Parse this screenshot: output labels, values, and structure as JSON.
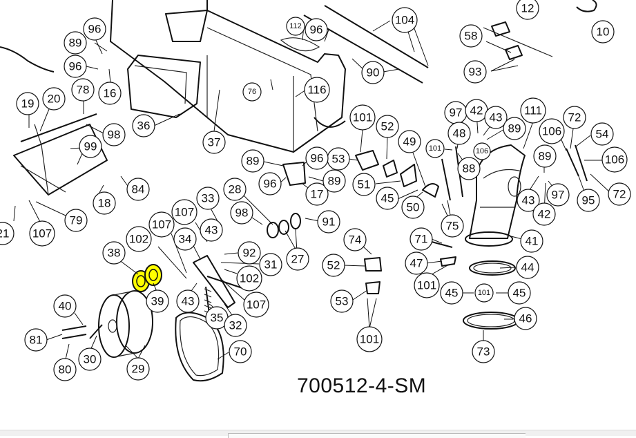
{
  "document_code": "700512-4-SM",
  "highlight_color": "#ffff00",
  "callouts": [
    {
      "id": "c-12",
      "label": "12"
    },
    {
      "id": "c-10",
      "label": "10"
    },
    {
      "id": "c-58",
      "label": "58"
    },
    {
      "id": "c-93",
      "label": "93"
    },
    {
      "id": "c-104",
      "label": "104"
    },
    {
      "id": "c-90",
      "label": "90"
    },
    {
      "id": "c-96a",
      "label": "96"
    },
    {
      "id": "c-89a",
      "label": "89"
    },
    {
      "id": "c-96b",
      "label": "96"
    },
    {
      "id": "c-16",
      "label": "16"
    },
    {
      "id": "c-112",
      "label": "112"
    },
    {
      "id": "c-96c",
      "label": "96"
    },
    {
      "id": "c-76",
      "label": "76"
    },
    {
      "id": "c-116",
      "label": "116"
    },
    {
      "id": "c-36",
      "label": "36"
    },
    {
      "id": "c-37",
      "label": "37"
    },
    {
      "id": "c-78",
      "label": "78"
    },
    {
      "id": "c-19",
      "label": "19"
    },
    {
      "id": "c-20",
      "label": "20"
    },
    {
      "id": "c-98a",
      "label": "98"
    },
    {
      "id": "c-99",
      "label": "99"
    },
    {
      "id": "c-84",
      "label": "84"
    },
    {
      "id": "c-18",
      "label": "18"
    },
    {
      "id": "c-79",
      "label": "79"
    },
    {
      "id": "c-107a",
      "label": "107"
    },
    {
      "id": "c-21",
      "label": "21"
    },
    {
      "id": "c-101a",
      "label": "101"
    },
    {
      "id": "c-52a",
      "label": "52"
    },
    {
      "id": "c-53a",
      "label": "53"
    },
    {
      "id": "c-89b",
      "label": "89"
    },
    {
      "id": "c-96d",
      "label": "96"
    },
    {
      "id": "c-96e",
      "label": "96"
    },
    {
      "id": "c-17",
      "label": "17"
    },
    {
      "id": "c-89c",
      "label": "89"
    },
    {
      "id": "c-51",
      "label": "51"
    },
    {
      "id": "c-49",
      "label": "49"
    },
    {
      "id": "c-45a",
      "label": "45"
    },
    {
      "id": "c-50",
      "label": "50"
    },
    {
      "id": "c-97a",
      "label": "97"
    },
    {
      "id": "c-42a",
      "label": "42"
    },
    {
      "id": "c-43a",
      "label": "43"
    },
    {
      "id": "c-89d",
      "label": "89"
    },
    {
      "id": "c-48",
      "label": "48"
    },
    {
      "id": "c-106a",
      "label": "106"
    },
    {
      "id": "c-101b",
      "label": "101"
    },
    {
      "id": "c-88",
      "label": "88"
    },
    {
      "id": "c-75",
      "label": "75"
    },
    {
      "id": "c-111",
      "label": "111"
    },
    {
      "id": "c-72a",
      "label": "72"
    },
    {
      "id": "c-106b",
      "label": "106"
    },
    {
      "id": "c-54",
      "label": "54"
    },
    {
      "id": "c-89e",
      "label": "89"
    },
    {
      "id": "c-106c",
      "label": "106"
    },
    {
      "id": "c-43b",
      "label": "43"
    },
    {
      "id": "c-97b",
      "label": "97"
    },
    {
      "id": "c-95",
      "label": "95"
    },
    {
      "id": "c-72b",
      "label": "72"
    },
    {
      "id": "c-42b",
      "label": "42"
    },
    {
      "id": "c-41",
      "label": "41"
    },
    {
      "id": "c-28",
      "label": "28"
    },
    {
      "id": "c-98b",
      "label": "98"
    },
    {
      "id": "c-91",
      "label": "91"
    },
    {
      "id": "c-27",
      "label": "27"
    },
    {
      "id": "c-33",
      "label": "33"
    },
    {
      "id": "c-107b",
      "label": "107"
    },
    {
      "id": "c-43c",
      "label": "43"
    },
    {
      "id": "c-107c",
      "label": "107"
    },
    {
      "id": "c-102a",
      "label": "102"
    },
    {
      "id": "c-34",
      "label": "34"
    },
    {
      "id": "c-92",
      "label": "92"
    },
    {
      "id": "c-31",
      "label": "31"
    },
    {
      "id": "c-102b",
      "label": "102"
    },
    {
      "id": "c-107d",
      "label": "107"
    },
    {
      "id": "c-38",
      "label": "38"
    },
    {
      "id": "c-39",
      "label": "39"
    },
    {
      "id": "c-43d",
      "label": "43"
    },
    {
      "id": "c-35",
      "label": "35"
    },
    {
      "id": "c-32",
      "label": "32"
    },
    {
      "id": "c-40",
      "label": "40"
    },
    {
      "id": "c-81",
      "label": "81"
    },
    {
      "id": "c-30",
      "label": "30"
    },
    {
      "id": "c-29",
      "label": "29"
    },
    {
      "id": "c-80",
      "label": "80"
    },
    {
      "id": "c-70",
      "label": "70"
    },
    {
      "id": "c-74",
      "label": "74"
    },
    {
      "id": "c-52b",
      "label": "52"
    },
    {
      "id": "c-53b",
      "label": "53"
    },
    {
      "id": "c-101c",
      "label": "101"
    },
    {
      "id": "c-71",
      "label": "71"
    },
    {
      "id": "c-47",
      "label": "47"
    },
    {
      "id": "c-101d",
      "label": "101"
    },
    {
      "id": "c-44",
      "label": "44"
    },
    {
      "id": "c-45b",
      "label": "45"
    },
    {
      "id": "c-101e",
      "label": "101"
    },
    {
      "id": "c-45c",
      "label": "45"
    },
    {
      "id": "c-46",
      "label": "46"
    },
    {
      "id": "c-73",
      "label": "73"
    }
  ]
}
